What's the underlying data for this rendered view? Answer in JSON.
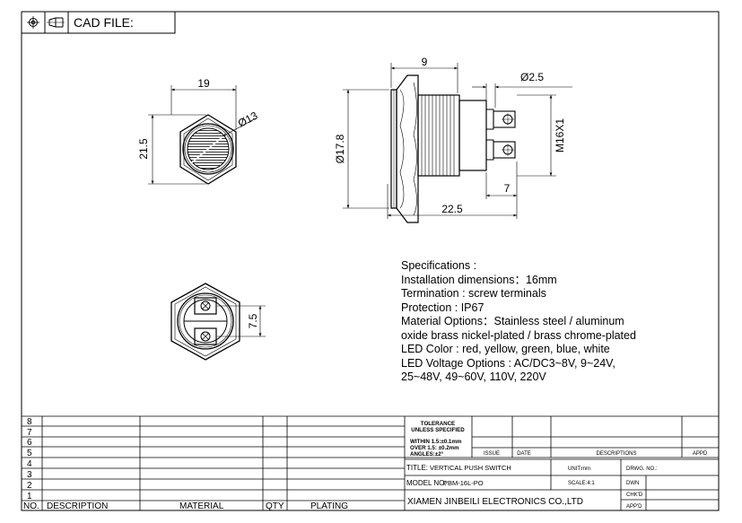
{
  "header": {
    "cad_file_label": "CAD FILE:"
  },
  "dimensions": {
    "hex_width": "19",
    "hex_height": "21.5",
    "button_diameter": "Ø13",
    "body_diameter": "Ø17.8",
    "head_length": "9",
    "terminal_diameter": "Ø2.5",
    "thread": "M16X1",
    "terminal_length": "7",
    "total_length": "22.5",
    "terminal_spacing": "7.5"
  },
  "specifications": {
    "title": "Specifications :",
    "lines": [
      "Installation dimensions：16mm",
      "Termination : screw terminals",
      "Protection : IP67",
      "Material Options：Stainless steel / aluminum",
      "oxide brass nickel-plated / brass chrome-plated",
      "LED Color : red, yellow, green, blue, white",
      "LED  Voltage  Options  :  AC/DC3~8V,  9~24V,",
      "25~48V,  49~60V,  110V,  220V"
    ]
  },
  "revision_table": {
    "row_numbers": [
      "8",
      "7",
      "6",
      "5",
      "4",
      "3",
      "2",
      "1"
    ],
    "headers": {
      "no": "NO.",
      "description": "DESCRIPTION",
      "material": "MATERIAL",
      "qty": "QTY",
      "plating": "PLATING"
    }
  },
  "title_block": {
    "tolerance_title": "TOLERANCE",
    "tolerance_subtitle": "UNLESS SPECIFIED",
    "tolerance_line1": "WITHIN 1.5:±0.1mm",
    "tolerance_line2": "OVER 1.5: ±0.2mm",
    "tolerance_line3": "ANGLES:±2°",
    "issue": "ISSUE",
    "date": "DATE",
    "descriptions": "DESCRIPTIONS",
    "appd_top": "APPD",
    "title_label": "TITLE:",
    "title_value": "VERTICAL PUSH SWITCH",
    "unit": "UNIT:mm",
    "drwg_no": "DRWG. NO.:",
    "model_label": "MODEL NO:",
    "model_value": "PBM-16L-PO",
    "scale": "SCALE:4:1",
    "dwn": "DWN",
    "chkd": "CHK'D",
    "appd": "APP'D",
    "company": "XIAMEN JINBEILI ELECTRONICS CO.,LTD"
  }
}
